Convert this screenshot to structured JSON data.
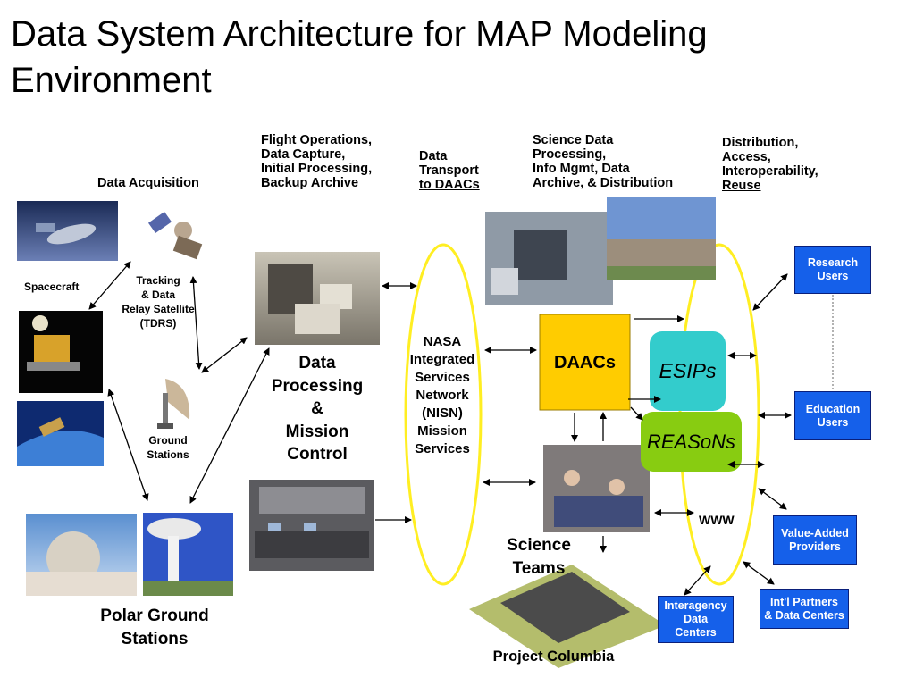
{
  "title": [
    "Data System Architecture for MAP Modeling",
    "Environment"
  ],
  "headers": {
    "data_acquisition": "Data Acquisition",
    "flight_ops": [
      "Flight Operations,",
      "Data Capture,",
      "Initial Processing,",
      "Backup Archive"
    ],
    "transport": [
      "Data",
      "Transport",
      "to DAACs"
    ],
    "science_data": [
      "Science Data",
      "Processing,",
      "Info Mgmt,  Data",
      "Archive, & Distribution"
    ],
    "distribution": [
      "Distribution,",
      "Access,",
      "Interoperability,",
      "Reuse"
    ]
  },
  "labels": {
    "spacecraft": "Spacecraft",
    "tdrs": [
      "Tracking",
      "& Data",
      "Relay Satellite",
      "(TDRS)"
    ],
    "ground_stations": [
      "Ground",
      "Stations"
    ],
    "polar_ground": [
      "Polar Ground",
      "Stations"
    ],
    "data_processing": [
      "Data",
      "Processing",
      "&",
      "Mission",
      "Control"
    ],
    "nisn": [
      "NASA",
      "Integrated",
      "Services",
      "Network",
      "(NISN)",
      "Mission",
      "Services"
    ],
    "daacs": "DAACs",
    "esips": "ESIPs",
    "reasons": "REASoNs",
    "www": "WWW",
    "science_teams": [
      "Science",
      "Teams"
    ],
    "project_columbia": "Project Columbia"
  },
  "boxes": {
    "research": [
      "Research",
      "Users"
    ],
    "education": [
      "Education",
      "Users"
    ],
    "value_added": [
      "Value-Added",
      "Providers"
    ],
    "intl": [
      "Int'l Partners",
      "& Data Centers"
    ],
    "interagency": [
      "Interagency",
      "Data",
      "Centers"
    ]
  },
  "colors": {
    "daacs": "#ffcc00",
    "esips": "#33cccc",
    "reasons": "#88cc11",
    "ellipse": "#ffee22",
    "blue_box": "#1560ea"
  }
}
